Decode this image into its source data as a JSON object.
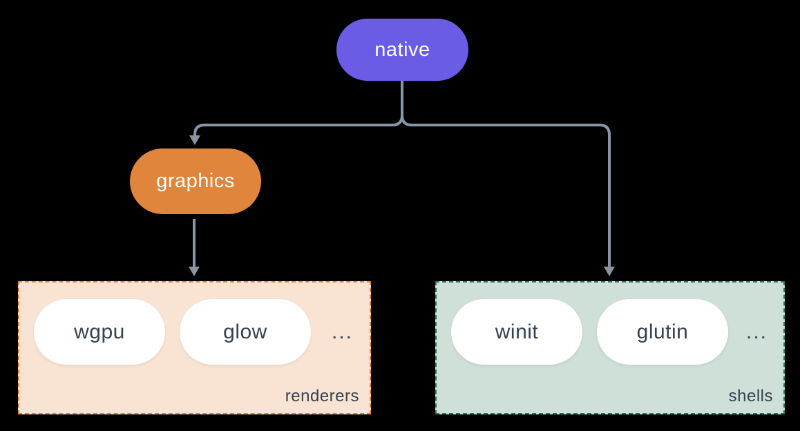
{
  "diagram": {
    "background_color": "#000000",
    "connector_color": "#8795a5",
    "nodes": {
      "native": {
        "label": "native",
        "color": "#6b5ce6",
        "text_color": "#ffffff"
      },
      "graphics": {
        "label": "graphics",
        "color": "#e0853c",
        "text_color": "#ffffff"
      }
    },
    "groups": [
      {
        "id": "renderers",
        "label": "renderers",
        "fill_color": "#f9e4d3",
        "border_color": "#e6813a",
        "items": [
          "wgpu",
          "glow"
        ],
        "ellipsis": "...",
        "item_text_color": "#34434f"
      },
      {
        "id": "shells",
        "label": "shells",
        "fill_color": "#cfe0d8",
        "border_color": "#257463",
        "items": [
          "winit",
          "glutin"
        ],
        "ellipsis": "...",
        "item_text_color": "#34434f"
      }
    ]
  }
}
